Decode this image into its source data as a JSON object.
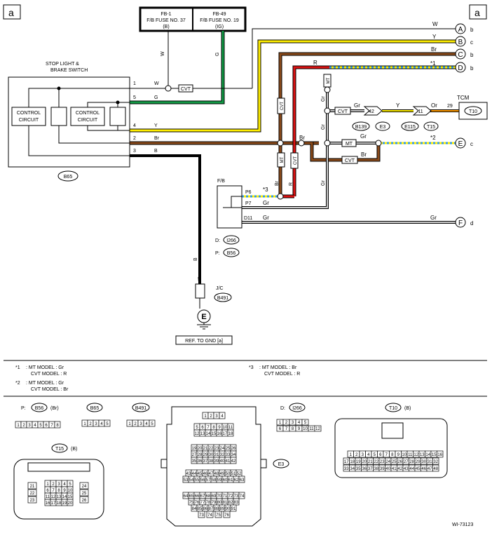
{
  "page_corner_label": "a",
  "fuses": [
    {
      "name": "FB-1",
      "line2": "F/B FUSE NO. 37",
      "line3": "(B)"
    },
    {
      "name": "FB-49",
      "line2": "F/B FUSE NO. 19",
      "line3": "(IG)"
    }
  ],
  "switch": {
    "title_line1": "STOP LIGHT &",
    "title_line2": "BRAKE SWITCH",
    "circuit1": [
      "CONTROL",
      "CIRCUIT"
    ],
    "circuit2": [
      "CONTROL",
      "CIRCUIT"
    ],
    "connector": "B65",
    "pins": [
      {
        "pin": "1",
        "color": "W"
      },
      {
        "pin": "5",
        "color": "G"
      },
      {
        "pin": "4",
        "color": "Y"
      },
      {
        "pin": "2",
        "color": "Br"
      },
      {
        "pin": "3",
        "color": "B"
      }
    ]
  },
  "wire_labels": {
    "fuse1_wire": "W",
    "fuse2_wire": "G",
    "cvt_tag": "CVT",
    "mt_tag": "MT",
    "red": "R",
    "brown": "Br",
    "gray": "Gr",
    "yellow": "Y",
    "white": "W",
    "orange": "Or",
    "black": "B",
    "star1": "*1",
    "star2": "*2",
    "star3": "*3"
  },
  "refs": [
    {
      "letter": "A",
      "suffix": "b"
    },
    {
      "letter": "B",
      "suffix": "c"
    },
    {
      "letter": "C",
      "suffix": "b"
    },
    {
      "letter": "D",
      "suffix": "b"
    },
    {
      "letter": "E",
      "suffix": "c"
    },
    {
      "letter": "F",
      "suffix": "d"
    }
  ],
  "tcm": {
    "title": "TCM",
    "pin": "29",
    "connector": "T10"
  },
  "joints": {
    "j1": "42",
    "j2": "11",
    "c1": "B139",
    "c2": "E3",
    "c3": "E115",
    "c4": "T15"
  },
  "fb": {
    "title": "F/B",
    "p6": "P6",
    "p7": "P7",
    "d11": "D11",
    "d_label": "D:",
    "d_conn": "I266",
    "p_label": "P:",
    "p_conn": "B56"
  },
  "jc": {
    "pin": "5",
    "title": "J/C",
    "connector": "B491"
  },
  "ground": {
    "letter": "E",
    "ref": "REF. TO GND  [a]"
  },
  "notes": [
    {
      "mark": "*1",
      "lines": [
        ": MT MODEL : Gr",
        "CVT MODEL : R"
      ]
    },
    {
      "mark": "*2",
      "lines": [
        ": MT MODEL : Gr",
        "CVT MODEL : Br"
      ]
    },
    {
      "mark": "*3",
      "lines": [
        ": MT MODEL : Br",
        "CVT MODEL : R"
      ]
    }
  ],
  "connectors": {
    "b56": {
      "prefix": "P:",
      "name": "B56",
      "suffix": "(Br)",
      "pins": [
        "1",
        "2",
        "3",
        "4",
        "5",
        "6",
        "7",
        "8"
      ]
    },
    "b65": {
      "name": "B65",
      "pins": [
        "1",
        "2",
        "3",
        "4",
        "5"
      ]
    },
    "b491": {
      "name": "B491",
      "pins": [
        "1",
        "2",
        "3",
        "4",
        "5"
      ]
    },
    "e3": {
      "name": "E3",
      "rows": [
        [
          "1",
          "2",
          "3",
          "4"
        ],
        [
          "5",
          "6",
          "7",
          "8",
          "9",
          "10",
          "11"
        ],
        [
          "12",
          "13",
          "14",
          "15",
          "16",
          "17",
          "18"
        ],
        [
          "19",
          "20",
          "21",
          "22",
          "23",
          "24",
          "25",
          "26"
        ],
        [
          "27",
          "28",
          "29",
          "30",
          "31",
          "32",
          "33",
          "34"
        ],
        [
          "35",
          "36",
          "37",
          "38",
          "39",
          "40",
          "41",
          "42"
        ],
        [
          "43",
          "44",
          "45",
          "46",
          "47",
          "48",
          "49",
          "50",
          "51",
          "52"
        ],
        [
          "53",
          "54",
          "55",
          "56",
          "57",
          "58",
          "59",
          "60",
          "61",
          "62",
          "63"
        ],
        [
          "64",
          "65",
          "66",
          "67",
          "68",
          "69",
          "70",
          "71",
          "72",
          "73",
          "74"
        ],
        [
          "75",
          "76",
          "77",
          "78",
          "79",
          "80",
          "81",
          "82",
          "83"
        ],
        [
          "84",
          "85",
          "86",
          "87",
          "88",
          "89",
          "90",
          "91"
        ]
      ],
      "bottom": [
        "73",
        "74",
        "75",
        "76"
      ]
    },
    "i266": {
      "prefix": "D:",
      "name": "I266",
      "top": [
        "1",
        "2",
        "3",
        "4",
        "5"
      ],
      "bottom": [
        "6",
        "7",
        "8",
        "9",
        "10",
        "11",
        "12"
      ]
    },
    "t10": {
      "name": "T10",
      "suffix": "(B)",
      "rows": [
        [
          "1",
          "2",
          "3",
          "4",
          "5",
          "6",
          "7",
          "8",
          "9",
          "10",
          "11",
          "12",
          "13",
          "14",
          "15",
          "16"
        ],
        [
          "17",
          "18",
          "19",
          "20",
          "21",
          "22",
          "23",
          "24",
          "25",
          "26",
          "27",
          "28",
          "29",
          "30",
          "31",
          "32"
        ],
        [
          "33",
          "34",
          "35",
          "36",
          "37",
          "38",
          "39",
          "40",
          "41",
          "42",
          "43",
          "44",
          "45",
          "46",
          "47",
          "48"
        ]
      ]
    },
    "t15": {
      "name": "T15",
      "suffix": "(B)",
      "rows": [
        [
          "1",
          "2",
          "3",
          "4",
          "5"
        ],
        [
          "6",
          "7",
          "8",
          "9",
          "10"
        ],
        [
          "11",
          "12",
          "13",
          "14",
          "15"
        ],
        [
          "16",
          "17",
          "18",
          "19",
          "20"
        ]
      ],
      "side_left": [
        "21",
        "22",
        "23"
      ],
      "side_right": [
        "24",
        "25",
        "26"
      ]
    }
  },
  "doc_id": "WI-73123",
  "colors": {
    "white_wire": "#d0d0d0",
    "green_wire": "#119944",
    "yellow_wire": "#ffee00",
    "brown_wire": "#8a4a1a",
    "red_wire": "#dd1111",
    "gray_wire": "#cccccc",
    "orange_wire": "#ff9900",
    "black_wire": "#000000",
    "dash_blue": "#3399dd"
  }
}
